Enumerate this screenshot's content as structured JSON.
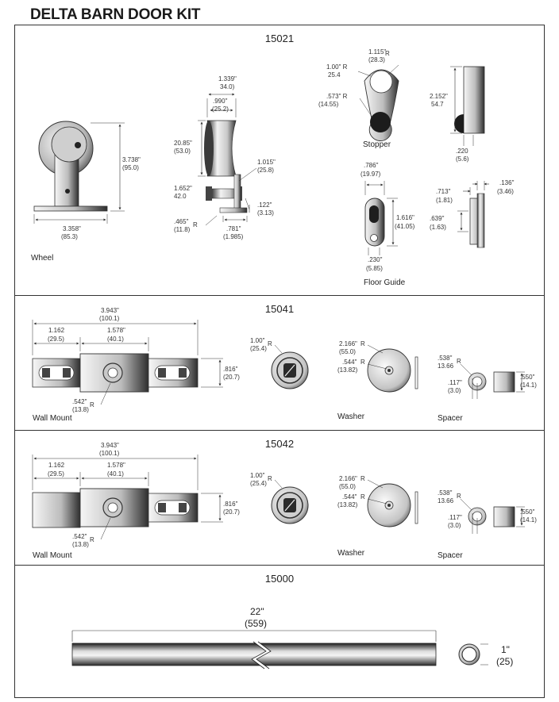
{
  "title": "DELTA BARN DOOR KIT",
  "sections": {
    "s15021": {
      "number": "15021",
      "wheel": {
        "label": "Wheel",
        "h_in": "3.738\"",
        "h_mm": "(95.0)",
        "w_in": "3.358\"",
        "w_mm": "(85.3)"
      },
      "roller": {
        "w_in": "1.339\"",
        "w_mm": "34.0)",
        "inner_in": ".990\"",
        "inner_mm": "(25.2)",
        "dia_in": "20.85\"",
        "dia_mm": "(53.0)",
        "shaft_in": "1.015\"",
        "shaft_mm": "(25.8)",
        "h2_in": "1.652\"",
        "h2_mm": "42.0",
        "t_in": ".122\"",
        "t_mm": "(3.13)",
        "r_in": ".465\"",
        "r_mm": "(11.8)",
        "r": "R",
        "base_in": ".781\"",
        "base_mm": "(1.985)"
      },
      "stopper": {
        "label": "Stopper",
        "r1_in": "1.115\"",
        "r1_r": "R",
        "r1_mm": "(28.3)",
        "r2_in": "1.00\" R",
        "r2_mm": "25.4",
        "r3_in": ".573\" R",
        "r3_mm": "(14.55)",
        "h_in": "2.152\"",
        "h_mm": "54.7",
        "t_in": ".220",
        "t_mm": "(5.6)"
      },
      "floor_guide": {
        "label": "Floor Guide",
        "w_in": ".786\"",
        "w_mm": "(19.97)",
        "h_in": "1.616\"",
        "h_mm": "(41.05)",
        "b_in": ".230\"",
        "b_mm": "(5.85)",
        "t_in": ".136\"",
        "t_mm": "(3.46)",
        "a_in": ".713\"",
        "a_mm": "(1.81)",
        "c_in": ".639\"",
        "c_mm": "(1.63)"
      }
    },
    "s15041": {
      "number": "15041",
      "wall_mount": {
        "label": "Wall Mount",
        "total_in": "3.943\"",
        "total_mm": "(100.1)",
        "a_in": "1.162",
        "a_mm": "(29.5)",
        "b_in": "1.578\"",
        "b_mm": "(40.1)",
        "h_in": ".816\"",
        "h_mm": "(20.7)",
        "r_in": ".542\"",
        "r_mm": "(13.8)",
        "r": "R"
      },
      "cap": {
        "r_in": "1.00\"",
        "r": "R",
        "r_mm": "(25.4)"
      },
      "washer": {
        "label": "Washer",
        "r1_in": "2.166\"",
        "r1_r": "R",
        "r1_mm": "(55.0)",
        "r2_in": ".544\"",
        "r2_r": "R",
        "r2_mm": "(13.82)"
      },
      "spacer": {
        "label": "Spacer",
        "r_in": ".538\"",
        "r": "R",
        "r_mm": "13.66",
        "b_in": ".117\"",
        "b_mm": "(3.0)",
        "w_in": ".550\"",
        "w_mm": "(14.1)"
      }
    },
    "s15042": {
      "number": "15042",
      "wall_mount": {
        "label": "Wall Mount",
        "total_in": "3.943\"",
        "total_mm": "(100.1)",
        "a_in": "1.162",
        "a_mm": "(29.5)",
        "b_in": "1.578\"",
        "b_mm": "(40.1)",
        "h_in": ".816\"",
        "h_mm": "(20.7)",
        "r_in": ".542\"",
        "r_mm": "(13.8)",
        "r": "R"
      },
      "cap": {
        "r_in": "1.00\"",
        "r": "R",
        "r_mm": "(25.4)"
      },
      "washer": {
        "label": "Washer",
        "r1_in": "2.166\"",
        "r1_r": "R",
        "r1_mm": "(55.0)",
        "r2_in": ".544\"",
        "r2_r": "R",
        "r2_mm": "(13.82)"
      },
      "spacer": {
        "label": "Spacer",
        "r_in": ".538\"",
        "r": "R",
        "r_mm": "13.66",
        "b_in": ".117\"",
        "b_mm": "(3.0)",
        "w_in": ".550\"",
        "w_mm": "(14.1)"
      }
    },
    "s15000": {
      "number": "15000",
      "rail": {
        "len_in": "22\"",
        "len_mm": "(559)",
        "dia_in": "1\"",
        "dia_mm": "(25)"
      }
    }
  },
  "colors": {
    "outline": "#333333",
    "metal_dark": "#2b2b2b",
    "metal_light": "#f4f4f4"
  }
}
